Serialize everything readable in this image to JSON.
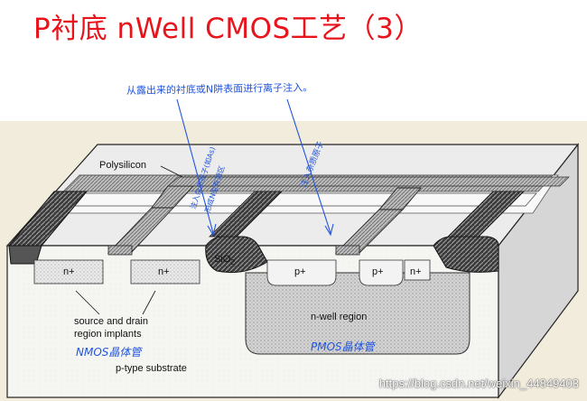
{
  "title": "P衬底 nWell  CMOS工艺（3）",
  "diagram": {
    "labels": {
      "polysilicon": "Polysilicon",
      "sio2": "SiO",
      "sio2_sub": "2",
      "n_plus": "n+",
      "p_plus": "p+",
      "source_drain_line1": "source and drain",
      "source_drain_line2": "region implants",
      "n_well_region": "n-well region",
      "p_type_substrate": "p-type substrate"
    },
    "annotations": {
      "top_note": "从露出来的衬底或N阱表面进行离子注入。",
      "left_note_line1": "注入杂质原子(如As)",
      "left_note_line2": "形成N型有源区",
      "right_note": "注入杂质原子",
      "nmos": "NMOS晶体管",
      "pmos": "PMOS晶体管"
    },
    "colors": {
      "title": "#e8141b",
      "handwriting": "#2255dd",
      "background_band": "#f2ecdc"
    }
  },
  "watermark": "https://blog.csdn.net/weixin_44849403"
}
